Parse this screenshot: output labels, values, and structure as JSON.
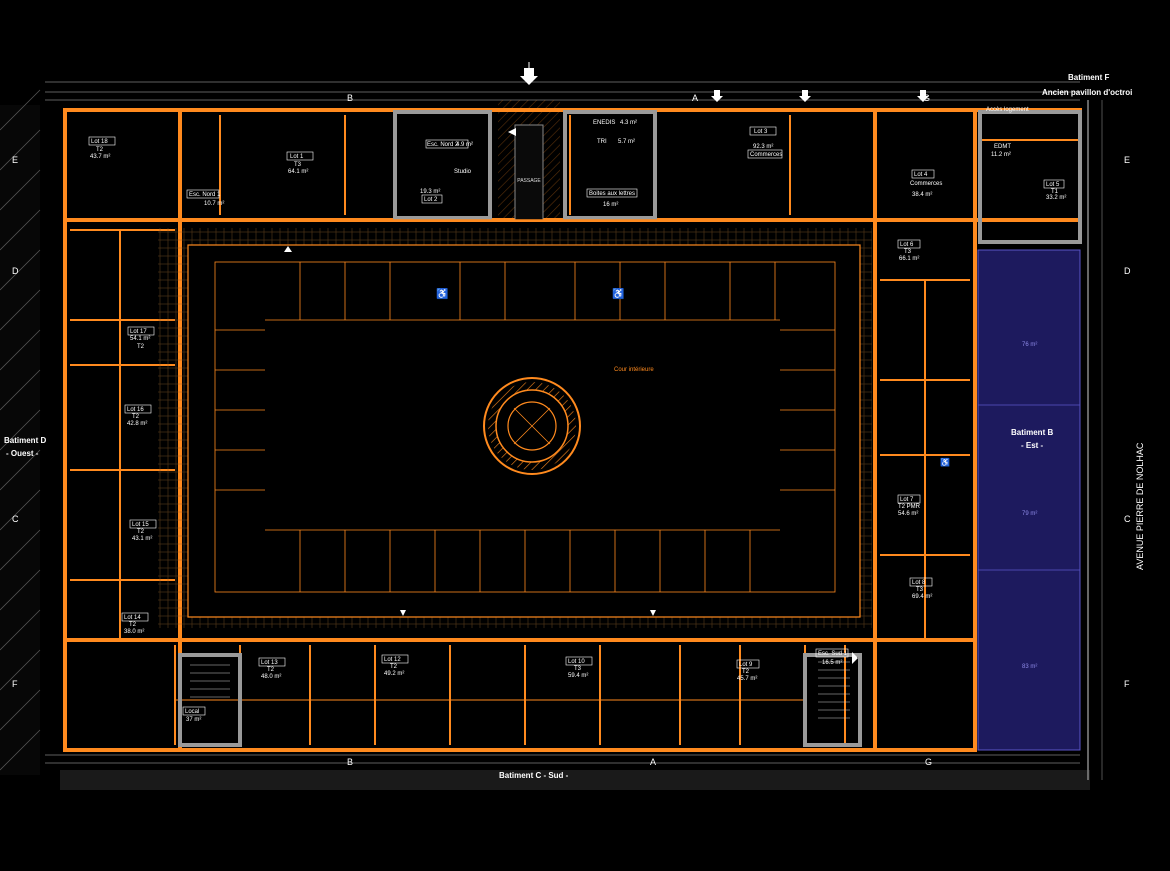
{
  "buildings": {
    "north": "Batiment F",
    "north_sub": "Ancien pavillon d'octroi",
    "east": "Batiment B",
    "east_sub": "- Est -",
    "west": "Batiment D",
    "west_sub": "- Ouest -",
    "south": "Batiment C - Sud -"
  },
  "street": "AVENUE PIERRE DE NOLHAC",
  "access_note": "Accès logement",
  "courtyard_label": "Cour intérieure",
  "passage_label": "PASSAGE",
  "grid_rows": [
    "E",
    "D",
    "C",
    "F"
  ],
  "grid_cols": [
    "B",
    "A",
    "G"
  ],
  "north_wing": {
    "lot1": {
      "name": "Lot 1",
      "type": "T3",
      "area": "64.1 m²"
    },
    "esc_nord1": {
      "name": "Esc. Nord 1",
      "area": "10.7 m²"
    },
    "esc_nord2": {
      "name": "Esc. Nord 2",
      "area": "4.9 m²"
    },
    "studio": {
      "name": "Studio",
      "area": "19.3 m²"
    },
    "lot2": {
      "name": "Lot 2"
    },
    "energie": {
      "name": "ENEDIS",
      "area": "4.3 m²"
    },
    "tri": {
      "name": "TRI",
      "area": "5.7 m²"
    },
    "boites": {
      "name": "Boites aux lettres",
      "area": "16 m²"
    },
    "lot3": {
      "name": "Lot 3",
      "type": "Commerces",
      "area": "92.3 m²"
    },
    "lot4": {
      "name": "Lot 4",
      "type": "Commerces",
      "area": "38.4 m²"
    },
    "lot5": {
      "name": "Lot 5",
      "type": "T1",
      "area": "33.2 m²"
    },
    "edmt": {
      "name": "EDMT",
      "area": "11.2 m²"
    }
  },
  "west_wing": {
    "lot18": {
      "name": "Lot 18",
      "type": "T2",
      "area": "43.7 m²"
    },
    "lot17": {
      "name": "Lot 17",
      "type": "T2",
      "area": "54.1 m²"
    },
    "lot16": {
      "name": "Lot 16",
      "type": "T2",
      "area": "42.8 m²"
    },
    "lot15": {
      "name": "Lot 15",
      "type": "T2",
      "area": "43.1 m²"
    },
    "lot14": {
      "name": "Lot 14",
      "type": "T2",
      "area": "38.0 m²"
    }
  },
  "east_wing": {
    "lot6": {
      "name": "Lot 6",
      "type": "T3",
      "area": "66.1 m²"
    },
    "lot7": {
      "name": "Lot 7",
      "type": "T2 PMR",
      "area": "54.6 m²"
    },
    "lot8": {
      "name": "Lot 8",
      "type": "T3",
      "area": "69.4 m²"
    },
    "annex_areas": [
      "76 m²",
      "79 m²",
      "83 m²"
    ]
  },
  "south_wing": {
    "lot13": {
      "name": "Lot 13",
      "type": "T2",
      "area": "48.0 m²"
    },
    "lot12": {
      "name": "Lot 12",
      "type": "T2",
      "area": "49.2 m²"
    },
    "lot10": {
      "name": "Lot 10",
      "type": "T3",
      "area": "59.4 m²"
    },
    "lot9": {
      "name": "Lot 9",
      "type": "T2",
      "area": "45.7 m²"
    },
    "esc_sud1": {
      "name": "Esc. Sud 1",
      "area": "16.5 m²"
    },
    "local": {
      "name": "Local",
      "area": "37 m²"
    }
  },
  "colors": {
    "background": "#000000",
    "wall": "#ff8a1e",
    "wall_dim": "#b5561a",
    "wall_grey": "#9a9a9a",
    "annex_fill": "#1d1a5e",
    "label": "#ffffff"
  },
  "icons": [
    "north-arrow-icon",
    "accessibility-icon",
    "entrance-arrow-icon"
  ]
}
